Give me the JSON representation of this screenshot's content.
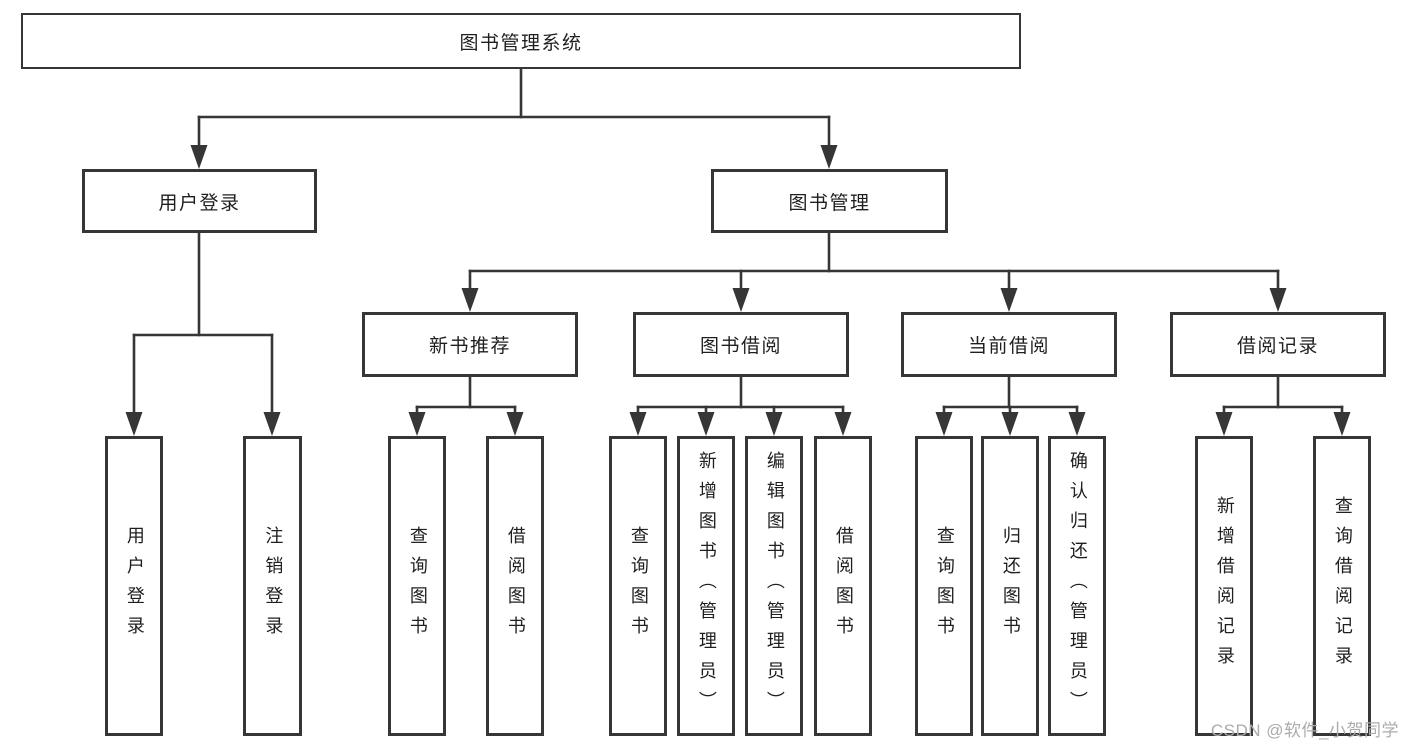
{
  "diagram": {
    "root": {
      "label": "图书管理系统"
    },
    "branches": [
      {
        "label": "用户登录",
        "children": [
          {
            "label": "用户登录"
          },
          {
            "label": "注销登录"
          }
        ]
      },
      {
        "label": "图书管理",
        "children": [
          {
            "label": "新书推荐",
            "children": [
              {
                "label": "查询图书"
              },
              {
                "label": "借阅图书"
              }
            ]
          },
          {
            "label": "图书借阅",
            "children": [
              {
                "label": "查询图书"
              },
              {
                "label": "新增图书（管理员）"
              },
              {
                "label": "编辑图书（管理员）"
              },
              {
                "label": "借阅图书"
              }
            ]
          },
          {
            "label": "当前借阅",
            "children": [
              {
                "label": "查询图书"
              },
              {
                "label": "归还图书"
              },
              {
                "label": "确认归还（管理员）"
              }
            ]
          },
          {
            "label": "借阅记录",
            "children": [
              {
                "label": "新增借阅记录"
              },
              {
                "label": "查询借阅记录"
              }
            ]
          }
        ]
      }
    ]
  },
  "watermark": {
    "text": "CSDN @软件_小贺同学"
  },
  "colors": {
    "line": "#363636",
    "box_border": "#363636",
    "box_background": "#ffffff",
    "text": "#1f1f1f",
    "watermark": "#ababab",
    "page_background": "#ffffff"
  }
}
